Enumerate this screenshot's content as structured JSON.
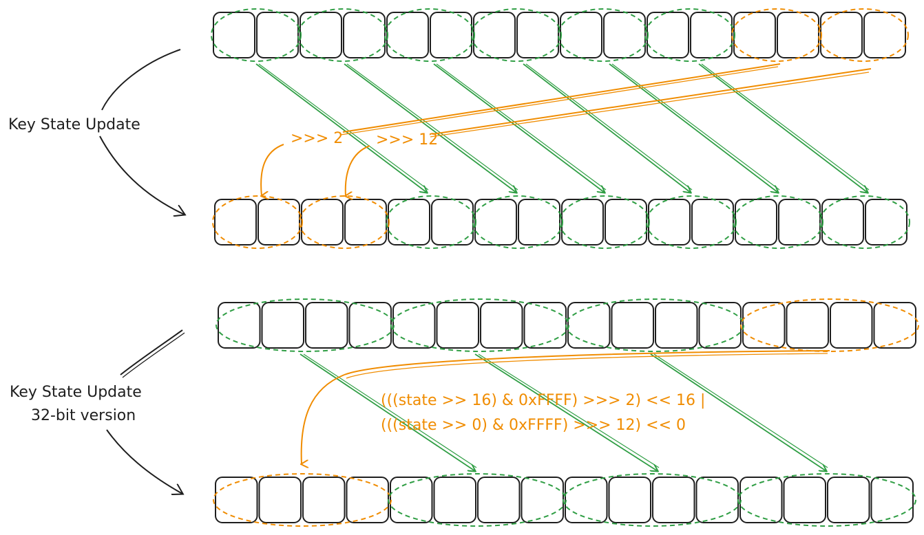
{
  "labels": {
    "key_state_update": "Key State Update",
    "key_state_update_32_line1": "Key State Update",
    "key_state_update_32_line2": "32-bit version"
  },
  "operators": {
    "shift_2": ">>> 2",
    "shift_12": ">>> 12"
  },
  "formula": {
    "line1": "(((state >> 16) & 0xFFFF) >>> 2) << 16 |",
    "line2": "(((state >> 0) & 0xFFFF) >>> 12) << 0"
  },
  "diagram": {
    "rows": [
      {
        "name": "row-16bit-before",
        "cells": 16,
        "pairs": [
          "green",
          "green",
          "green",
          "green",
          "green",
          "green",
          "orange",
          "orange"
        ]
      },
      {
        "name": "row-16bit-after",
        "cells": 16,
        "pairs": [
          "orange",
          "orange",
          "green",
          "green",
          "green",
          "green",
          "green",
          "green"
        ]
      },
      {
        "name": "row-32bit-before",
        "cells": 16,
        "groups_of_four": [
          "green",
          "green",
          "green",
          "orange"
        ]
      },
      {
        "name": "row-32bit-after",
        "cells": 16,
        "groups_of_four": [
          "orange",
          "green",
          "green",
          "green"
        ]
      }
    ]
  },
  "colors": {
    "stroke": "#1e1e1e",
    "green": "#2f9e44",
    "orange": "#f08c00",
    "background": "#ffffff"
  }
}
